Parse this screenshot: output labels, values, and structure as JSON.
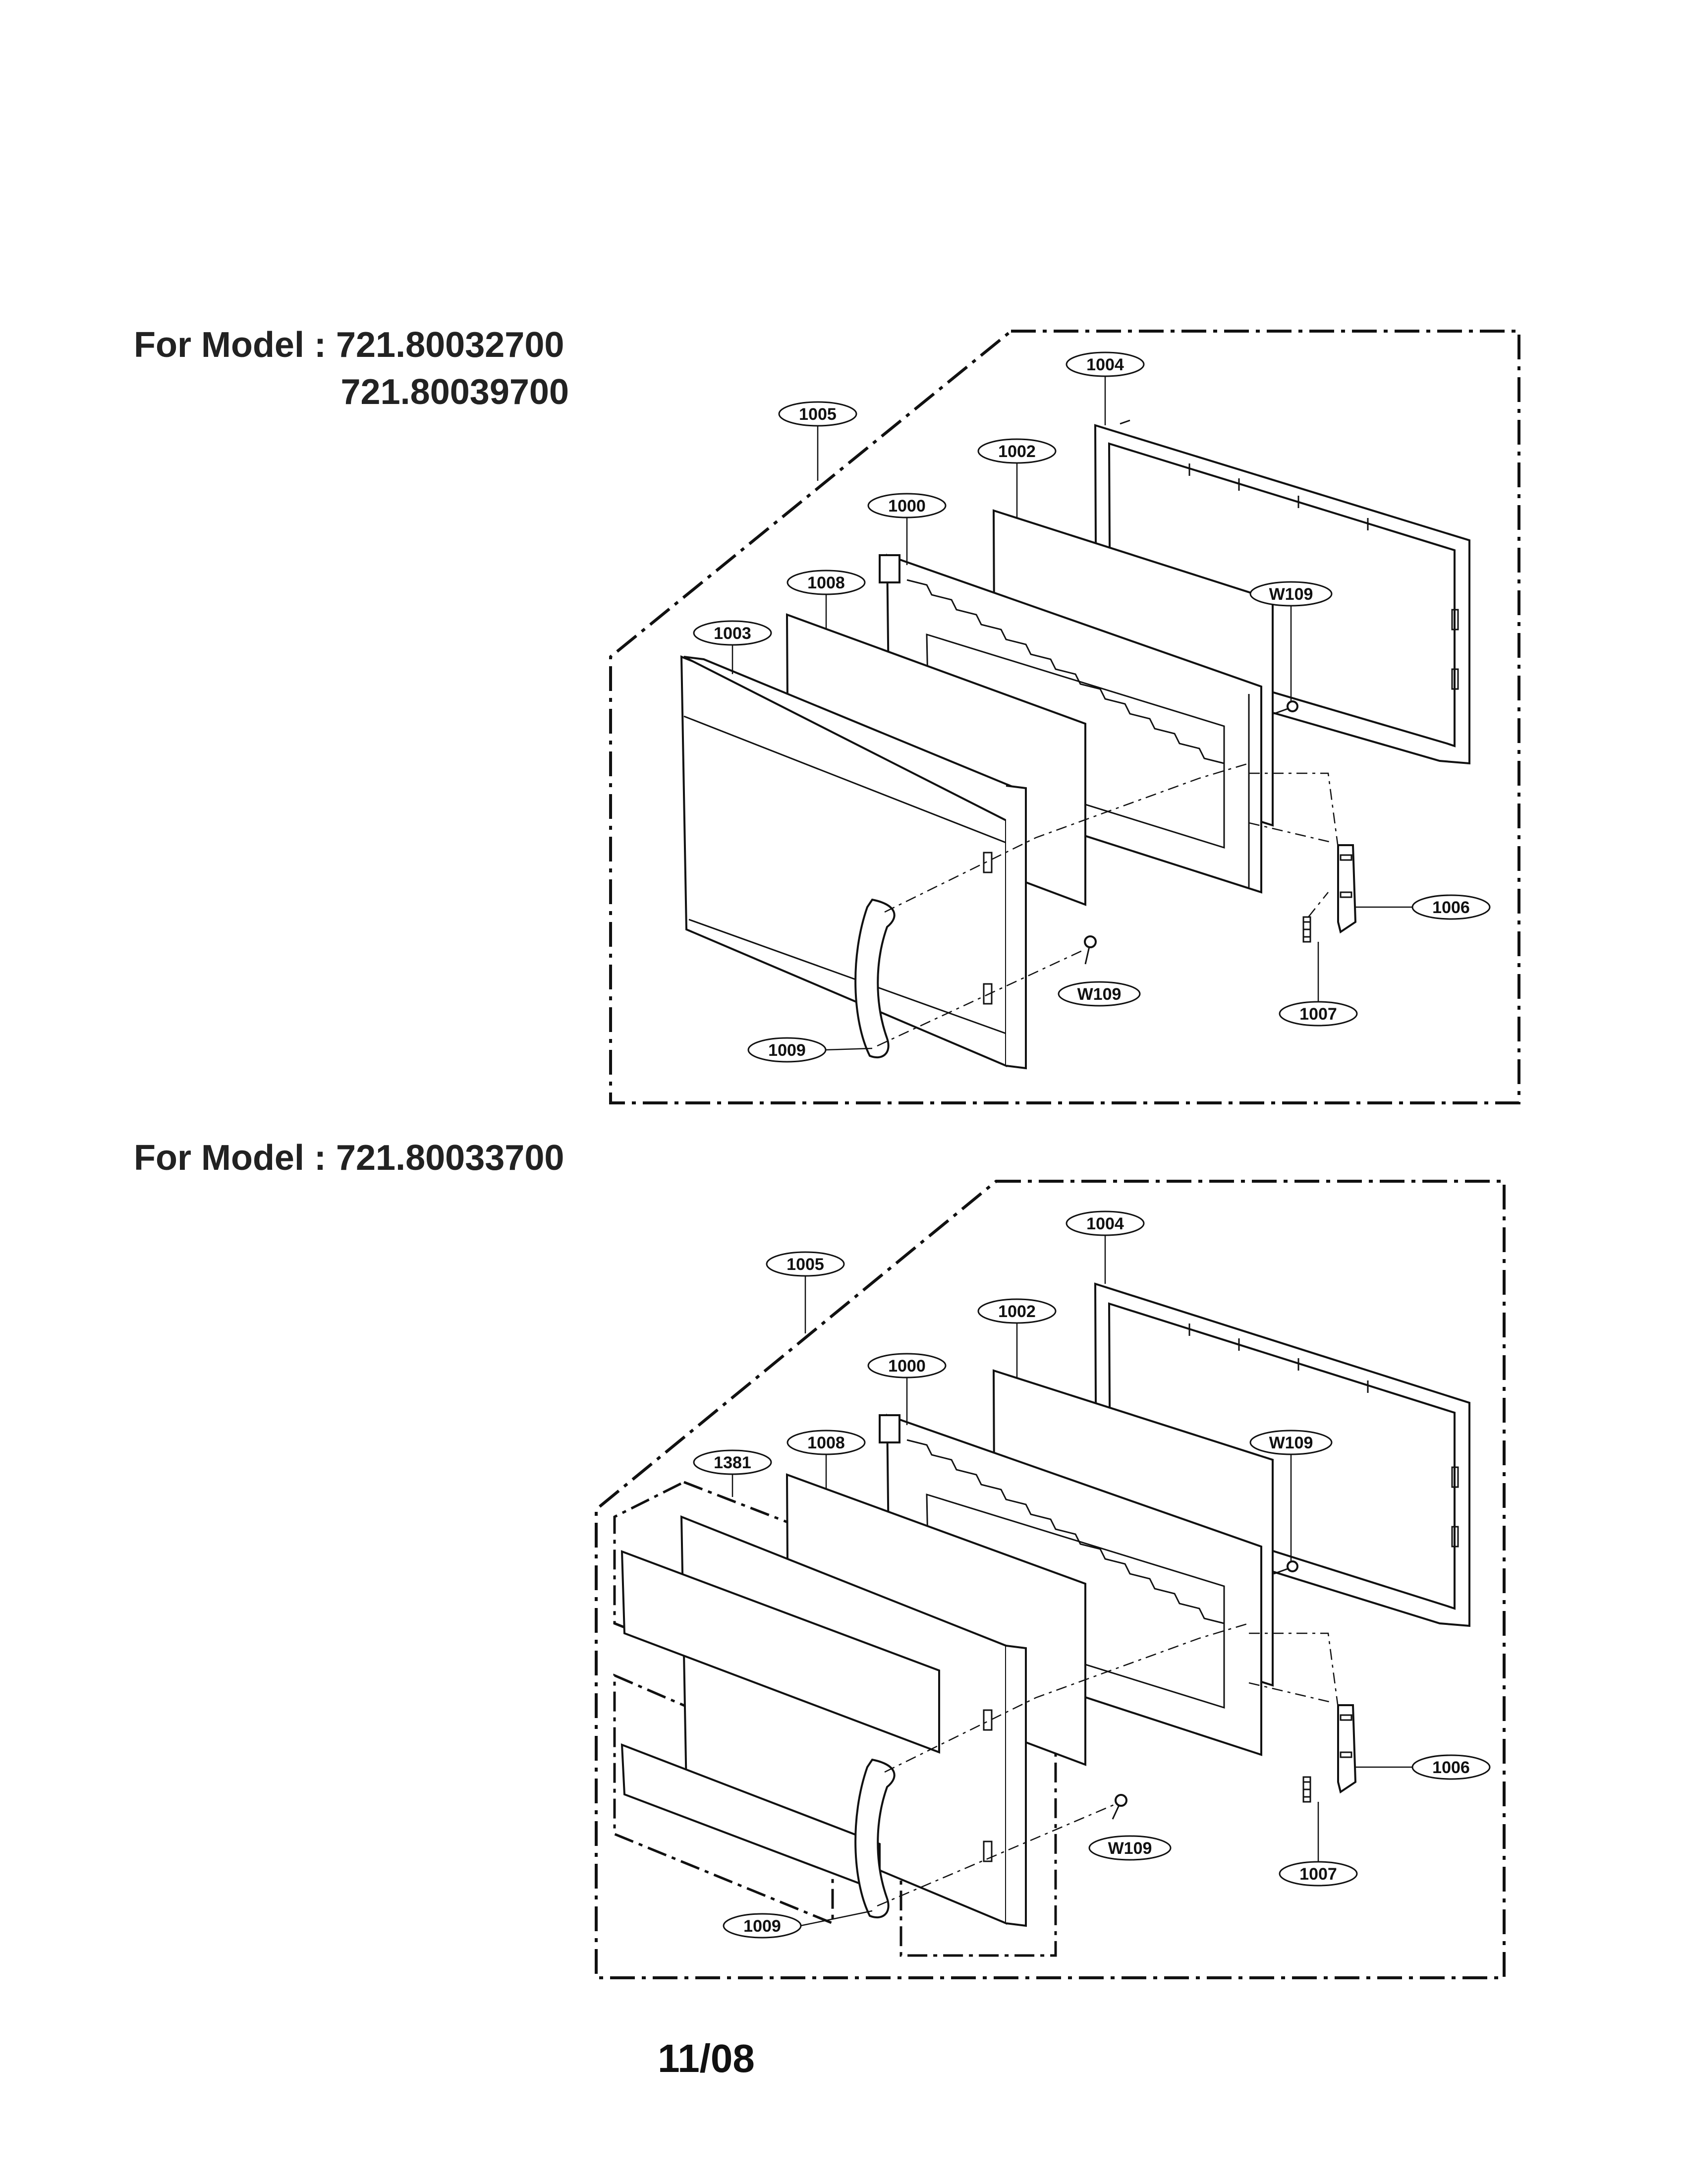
{
  "header": {
    "model_a_prefix": "For Model : 721.80032700",
    "model_a_second": "721.80039700",
    "model_b_prefix": "For Model : 721.80033700"
  },
  "footer": {
    "date": "11/08"
  },
  "callouts_top": {
    "c1004": "1004",
    "c1005": "1005",
    "c1002": "1002",
    "c1000": "1000",
    "c1008": "1008",
    "c1003": "1003",
    "cW109a": "W109",
    "cW109b": "W109",
    "c1006": "1006",
    "c1007": "1007",
    "c1009": "1009"
  },
  "callouts_bottom": {
    "c1004": "1004",
    "c1005": "1005",
    "c1002": "1002",
    "c1000": "1000",
    "c1008": "1008",
    "c1381": "1381",
    "cW109a": "W109",
    "cW109b": "W109",
    "c1006": "1006",
    "c1007": "1007",
    "c1009": "1009"
  }
}
